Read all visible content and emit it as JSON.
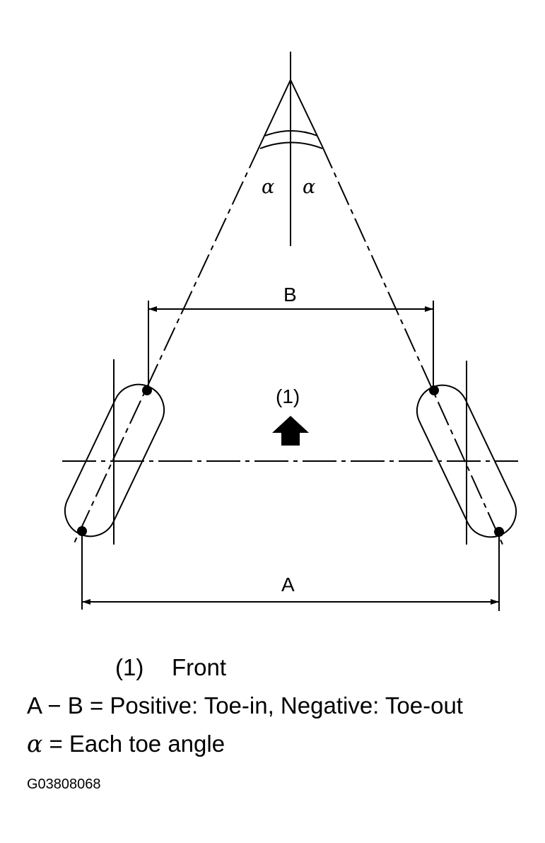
{
  "labels": {
    "alpha_left": "α",
    "alpha_right": "α",
    "dim_b": "B",
    "dim_a": "A",
    "front_marker": "(1)"
  },
  "legend": {
    "front_number": "(1)",
    "front_text": "Front",
    "ab_formula": "A − B = Positive: Toe-in, Negative: Toe-out",
    "alpha_symbol": "α",
    "alpha_text": " = Each toe angle"
  },
  "figure_id": "G03808068",
  "colors": {
    "ink": "#000000",
    "background": "#ffffff"
  }
}
